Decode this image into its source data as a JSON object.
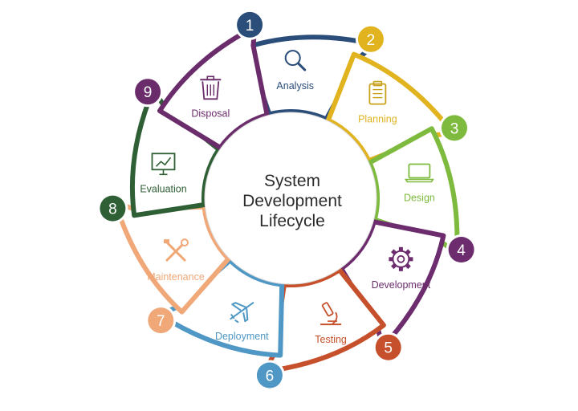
{
  "center": {
    "lines": [
      "System",
      "Development",
      "Lifecycle"
    ]
  },
  "steps": [
    {
      "number": "1",
      "label": "Analysis",
      "color": "#2a4d7a",
      "icon": "search-icon"
    },
    {
      "number": "2",
      "label": "Planning",
      "color": "#e0b31f",
      "icon": "clipboard-icon"
    },
    {
      "number": "3",
      "label": "Design",
      "color": "#7dba3d",
      "icon": "laptop-icon"
    },
    {
      "number": "4",
      "label": "Development",
      "color": "#6c2c6e",
      "icon": "gear-icon"
    },
    {
      "number": "5",
      "label": "Testing",
      "color": "#c6502b",
      "icon": "microscope-icon"
    },
    {
      "number": "6",
      "label": "Deployment",
      "color": "#4f97c4",
      "icon": "airplane-icon"
    },
    {
      "number": "7",
      "label": "Maintenance",
      "color": "#f0a878",
      "icon": "tools-icon"
    },
    {
      "number": "8",
      "label": "Evaluation",
      "color": "#2f5f35",
      "icon": "presentation-chart-icon"
    },
    {
      "number": "9",
      "label": "Disposal",
      "color": "#6a2c6b",
      "icon": "trash-icon"
    }
  ]
}
